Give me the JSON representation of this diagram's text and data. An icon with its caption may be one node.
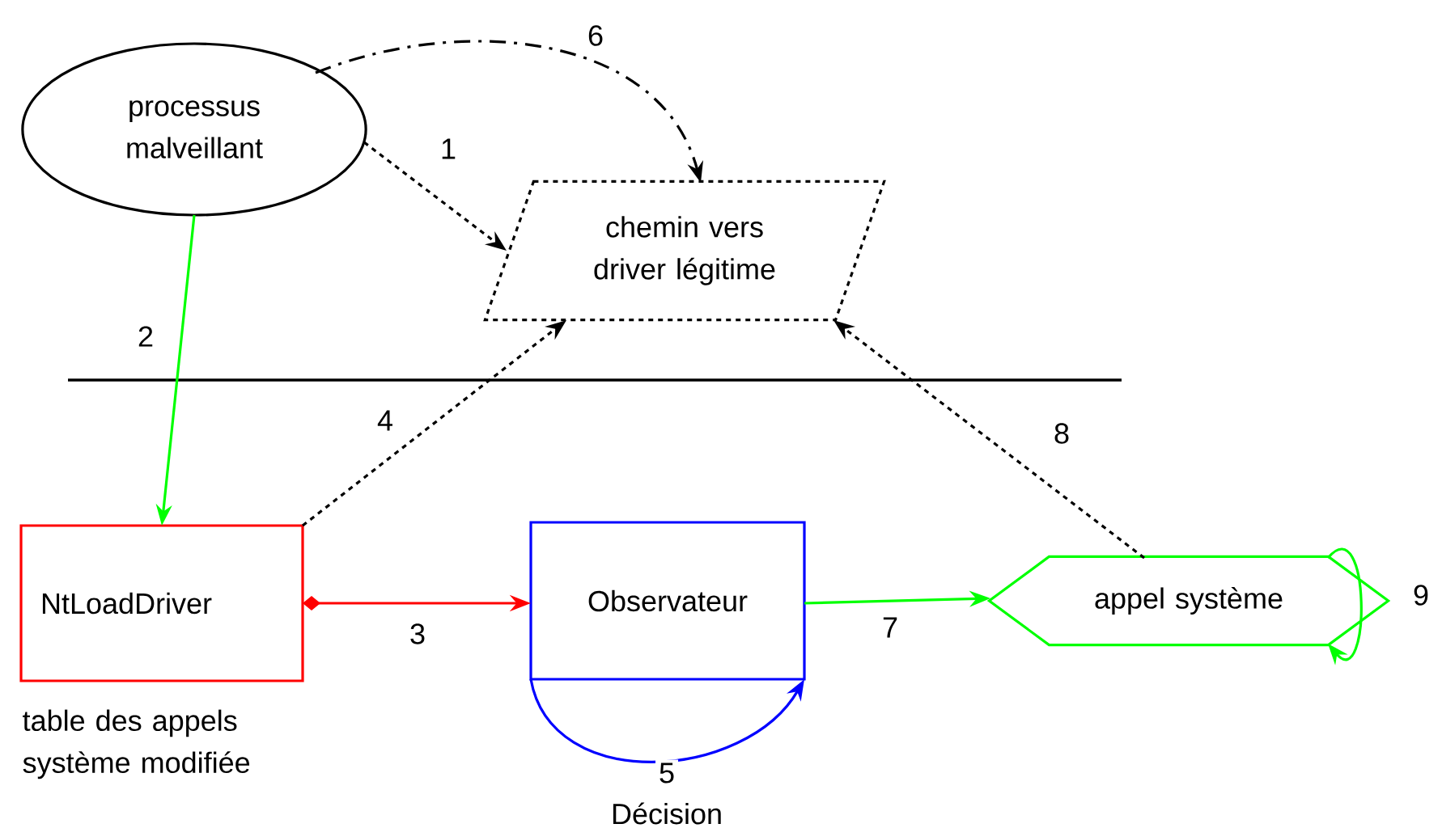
{
  "diagram": {
    "nodes": [
      {
        "text": [
          "processus malveillant"
        ]
      },
      {
        "text": [
          "chemin vers driver légitime"
        ]
      },
      {
        "text": [
          "NtLoadDriver"
        ],
        "beside": [
          "table des appels système modifiée"
        ]
      },
      {
        "text": [
          "Observateur"
        ]
      },
      {
        "text": [
          "appel système"
        ]
      }
    ],
    "edges": [
      {
        "from": 0,
        "to": 1,
        "arrow": "to",
        "label": "1",
        "style": "dashed"
      },
      {
        "from": 0,
        "to": 2,
        "arrow": "to",
        "label": "2",
        "color": "#00ff00"
      },
      {
        "from": 2,
        "to": 3,
        "arrow": "to",
        "label": "3",
        "color": "#ff0000"
      },
      {
        "from": 2,
        "to": 1,
        "arrow": "to",
        "label": "4",
        "style": "dashed"
      },
      {
        "from": 3,
        "to": 3,
        "arrow": "to",
        "label": "5",
        "color": "#0000ff"
      },
      {
        "from": 0,
        "to": 1,
        "arrow": "to",
        "label": "6",
        "style": "dashed"
      },
      {
        "from": 3,
        "to": 4,
        "arrow": "to",
        "label": "7",
        "color": "#00ff00"
      },
      {
        "from": 4,
        "to": 1,
        "arrow": "to",
        "label": "8",
        "style": "dashed"
      },
      {
        "from": 4,
        "to": 4,
        "arrow": "to",
        "label": "9",
        "color": "#00ff00"
      }
    ],
    "labels": [
      "Décision"
    ]
  }
}
